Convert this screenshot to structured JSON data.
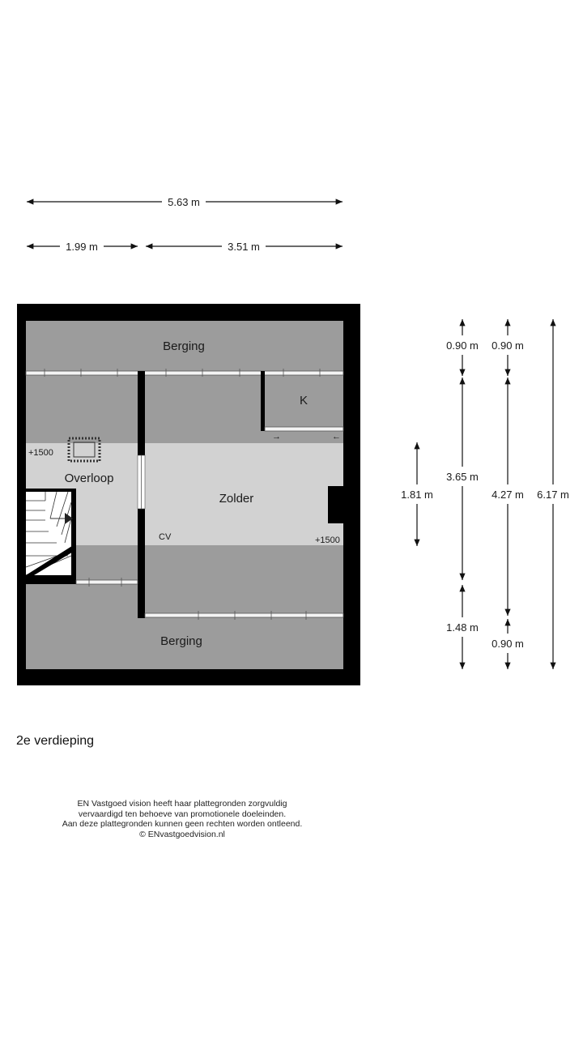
{
  "dimensions": {
    "total_width": "5.63 m",
    "width_left": "1.99 m",
    "width_right": "3.51 m",
    "col1_top": "0.90 m",
    "col1_mid": "3.65 m",
    "col1_bottom": "1.48 m",
    "col2_top": "0.90 m",
    "col2_mid": "4.27 m",
    "col2_bottom": "0.90 m",
    "col3_total": "6.17 m",
    "vertical_short": "1.81 m"
  },
  "rooms": {
    "berging_top": "Berging",
    "berging_bottom": "Berging",
    "k": "K",
    "overloop": "Overloop",
    "zolder": "Zolder",
    "cv": "CV",
    "level_left": "+1500",
    "level_right": "+1500"
  },
  "floor_title": "2e verdieping",
  "disclaimer": [
    "EN Vastgoed vision heeft haar plattegronden zorgvuldig",
    "vervaardigd ten behoeve van promotionele doeleinden.",
    "Aan deze plattegronden kunnen geen rechten worden ontleend.",
    "© ENvastgoedvision.nl"
  ],
  "colors": {
    "wall": "#000000",
    "low_area": "#999999",
    "full_height_area": "#d0d0d0",
    "stairs": "#ffffff"
  }
}
